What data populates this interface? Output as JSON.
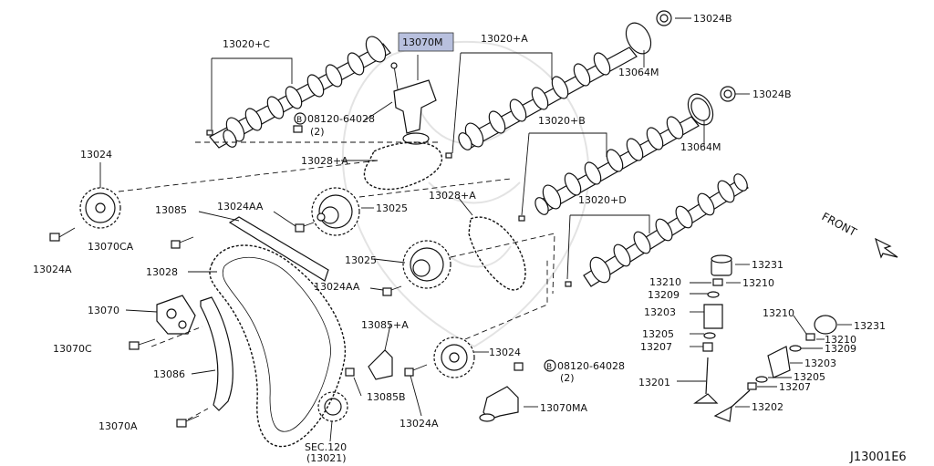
{
  "labels": {
    "cam_c": "13020+C",
    "highlight": "13070M",
    "cam_a": "13020+A",
    "cap_b_top": "13024B",
    "ring_top": "13064M",
    "cap_b_mid": "13024B",
    "cam_b": "13020+B",
    "ring_mid": "13064M",
    "cam_d": "13020+D",
    "bolt_top": "08120-64028",
    "bolt_top_qty": "(2)",
    "chain_guide_a1": "13028+A",
    "sprocket_left": "13024",
    "sprocket_cam1": "13025",
    "sprocket_cam1_bolt": "13024AA",
    "guide": "13085",
    "bolt_ca": "13070CA",
    "bolt_a": "13024A",
    "chain_main": "13028",
    "chain_guide_a2": "13028+A",
    "sprocket_cam2": "13025",
    "sprocket_cam2_bolt": "13024AA",
    "tensioner": "13070",
    "bolt_c": "13070C",
    "tension_guide": "13086",
    "bolt_ta": "13070A",
    "guide_85a": "13085+A",
    "bolt_85b": "13085B",
    "sprocket_right": "13024",
    "bolt_bottom": "08120-64028",
    "bolt_bottom_qty": "(2)",
    "tensioner_ma": "13070MA",
    "bolt_24a": "13024A",
    "sec_label": "SEC.120",
    "sec_ref": "(13021)",
    "front": "FRONT",
    "valve_lifter_1": "13231",
    "collet_1a": "13210",
    "collet_1b": "13210",
    "retainer_1": "13209",
    "spring_1": "13203",
    "seat_1": "13205",
    "seal_1": "13207",
    "valve_1": "13201",
    "collet_2a": "13210",
    "lifter_2": "13231",
    "collet_2b": "13210",
    "retainer_2": "13209",
    "spring_2": "13203",
    "seat_2": "13205",
    "seal_2": "13207",
    "valve_2": "13202",
    "bolt_mark": "B",
    "figure_id": "J13001E6"
  },
  "colors": {
    "highlight_fill": "#b8c0de",
    "line": "#111111"
  }
}
